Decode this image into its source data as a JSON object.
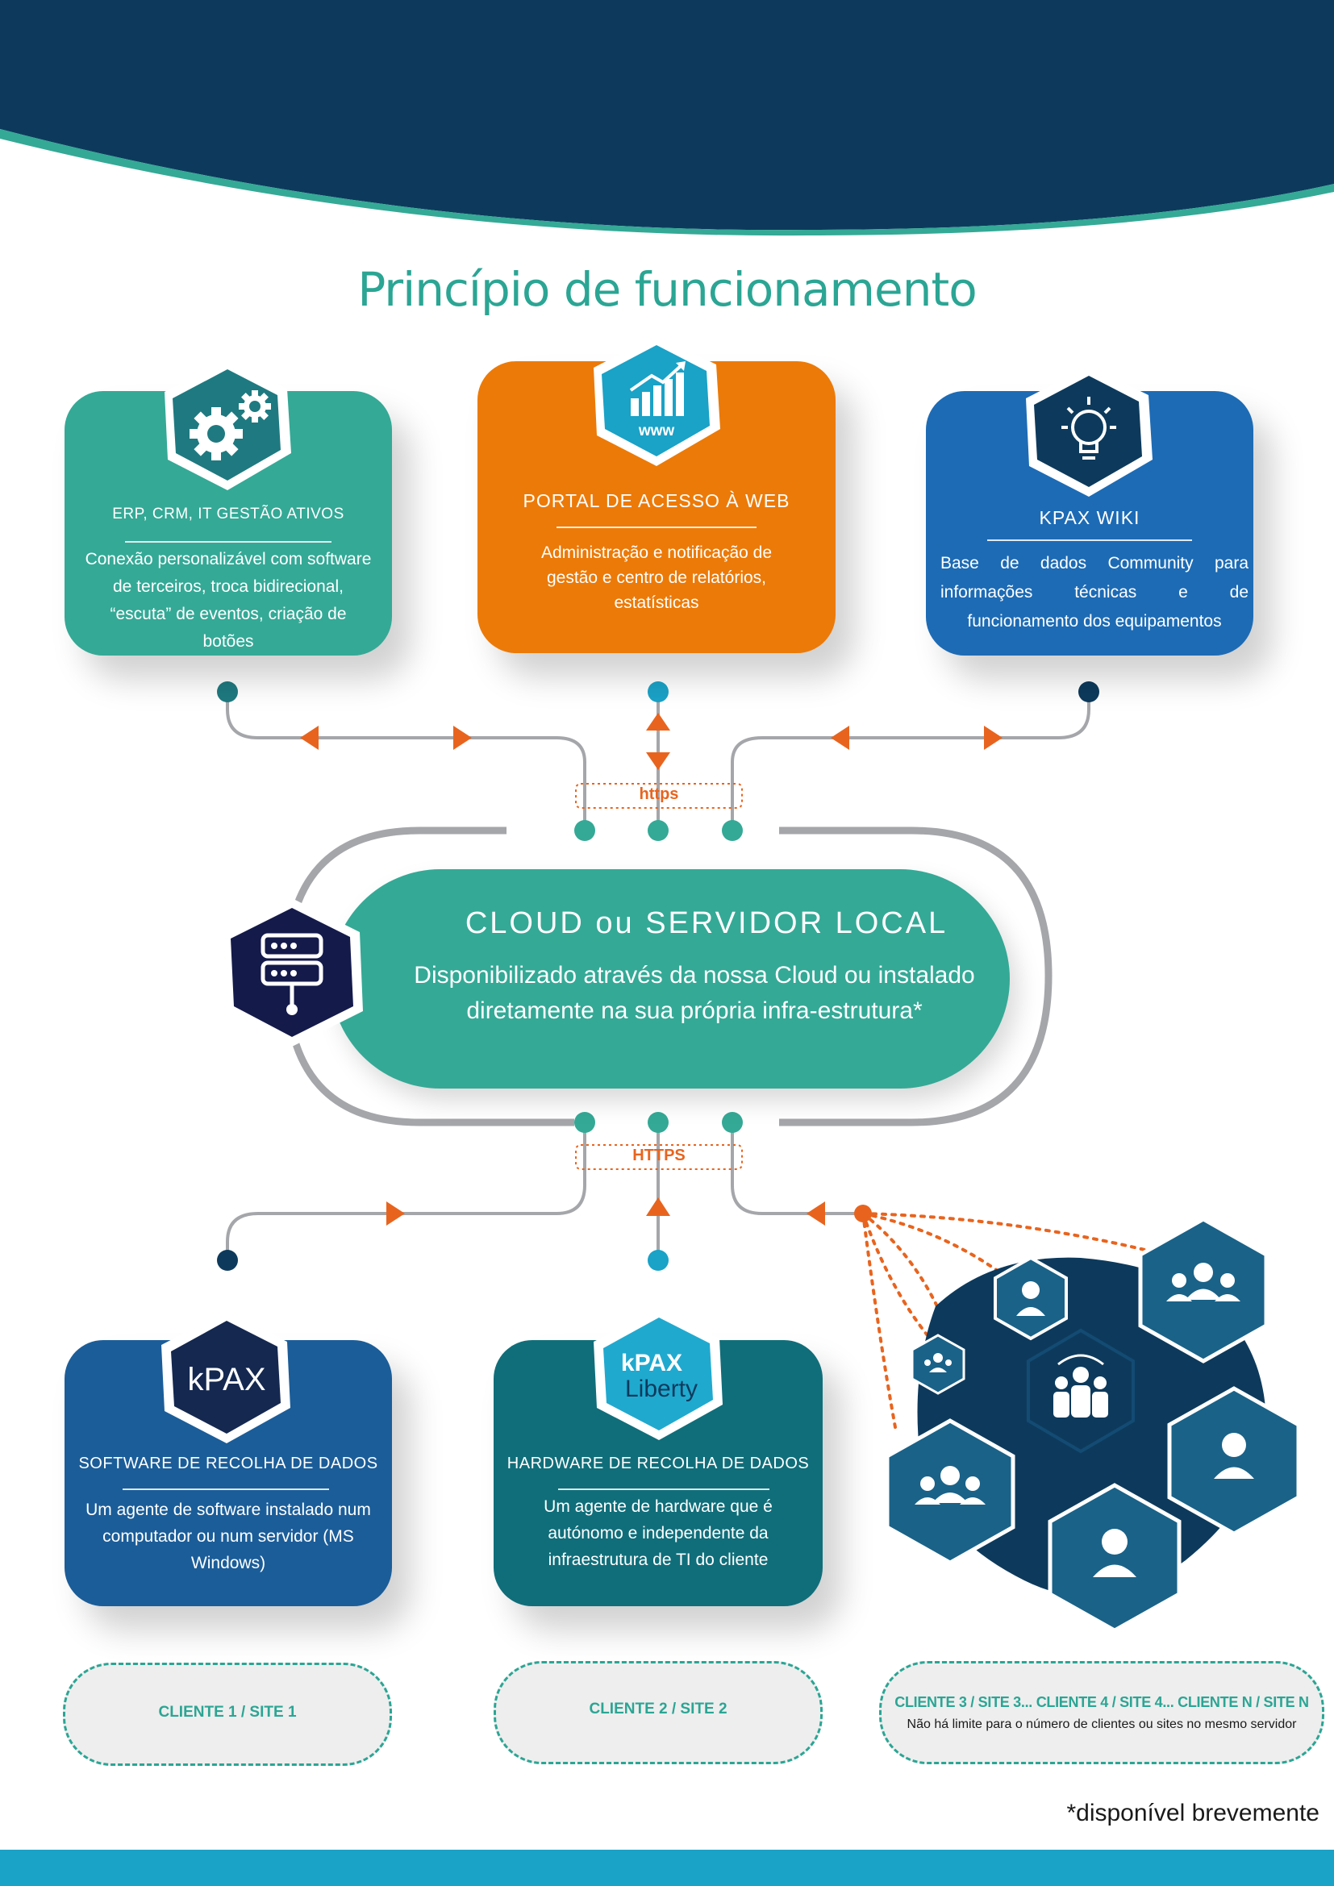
{
  "title": "Princípio de funcionamento",
  "colors": {
    "teal": "#34a996",
    "orange": "#ec7a08",
    "blue": "#1d6bb5",
    "navy": "#0d3a5c",
    "accent": "#e8641e",
    "gray": "#9a9ba0"
  },
  "top_cards": [
    {
      "icon": "gears-icon",
      "heading": "ERP, CRM, IT GESTÃO ATIVOS",
      "lines": [
        "Conexão personalizável com software",
        "de terceiros, troca bidirecional,",
        "“escuta” de eventos, criação de",
        "botões"
      ]
    },
    {
      "icon": "www-chart-icon",
      "icon_label": "www",
      "heading": "PORTAL DE ACESSO À WEB",
      "lines": [
        "Administração e notificação de",
        "gestão e centro de relatórios,",
        "estatísticas"
      ]
    },
    {
      "icon": "lightbulb-icon",
      "heading": "KPAX WIKI",
      "lines": [
        "Base de dados Community para",
        "informações técnicas e de",
        "funcionamento dos equipamentos"
      ]
    }
  ],
  "protocol_top": "https",
  "protocol_bottom": "HTTPS",
  "cloud": {
    "title": "CLOUD ou SERVIDOR LOCAL",
    "lines": [
      "Disponibilizado através da nossa Cloud ou instalado",
      "diretamente na sua própria infra-estrutura*"
    ],
    "icon": "server-icon"
  },
  "bottom_cards": [
    {
      "icon": "kpax-logo-icon",
      "logo_text": "kPAX",
      "heading": "SOFTWARE DE RECOLHA DE DADOS",
      "lines": [
        "Um agente de software instalado num",
        "computador ou num servidor (MS",
        "Windows)"
      ]
    },
    {
      "icon": "kpax-liberty-logo-icon",
      "logo_text": "kPAX",
      "logo_text2": "Liberty",
      "heading": "HARDWARE DE RECOLHA DE DADOS",
      "lines": [
        "Um agente de hardware que é",
        "autónomo e independente da",
        "infraestrutura de TI do cliente"
      ]
    }
  ],
  "clients": [
    {
      "title": "CLIENTE 1 / SITE 1"
    },
    {
      "title": "CLIENTE 2 / SITE 2"
    },
    {
      "title": "CLIENTE 3 / SITE 3... CLIENTE 4 / SITE 4... CLIENTE N / SITE N",
      "subtitle": "Não há limite para o número de clientes ou sites no mesmo servidor"
    }
  ],
  "footnote": "*disponível brevemente"
}
